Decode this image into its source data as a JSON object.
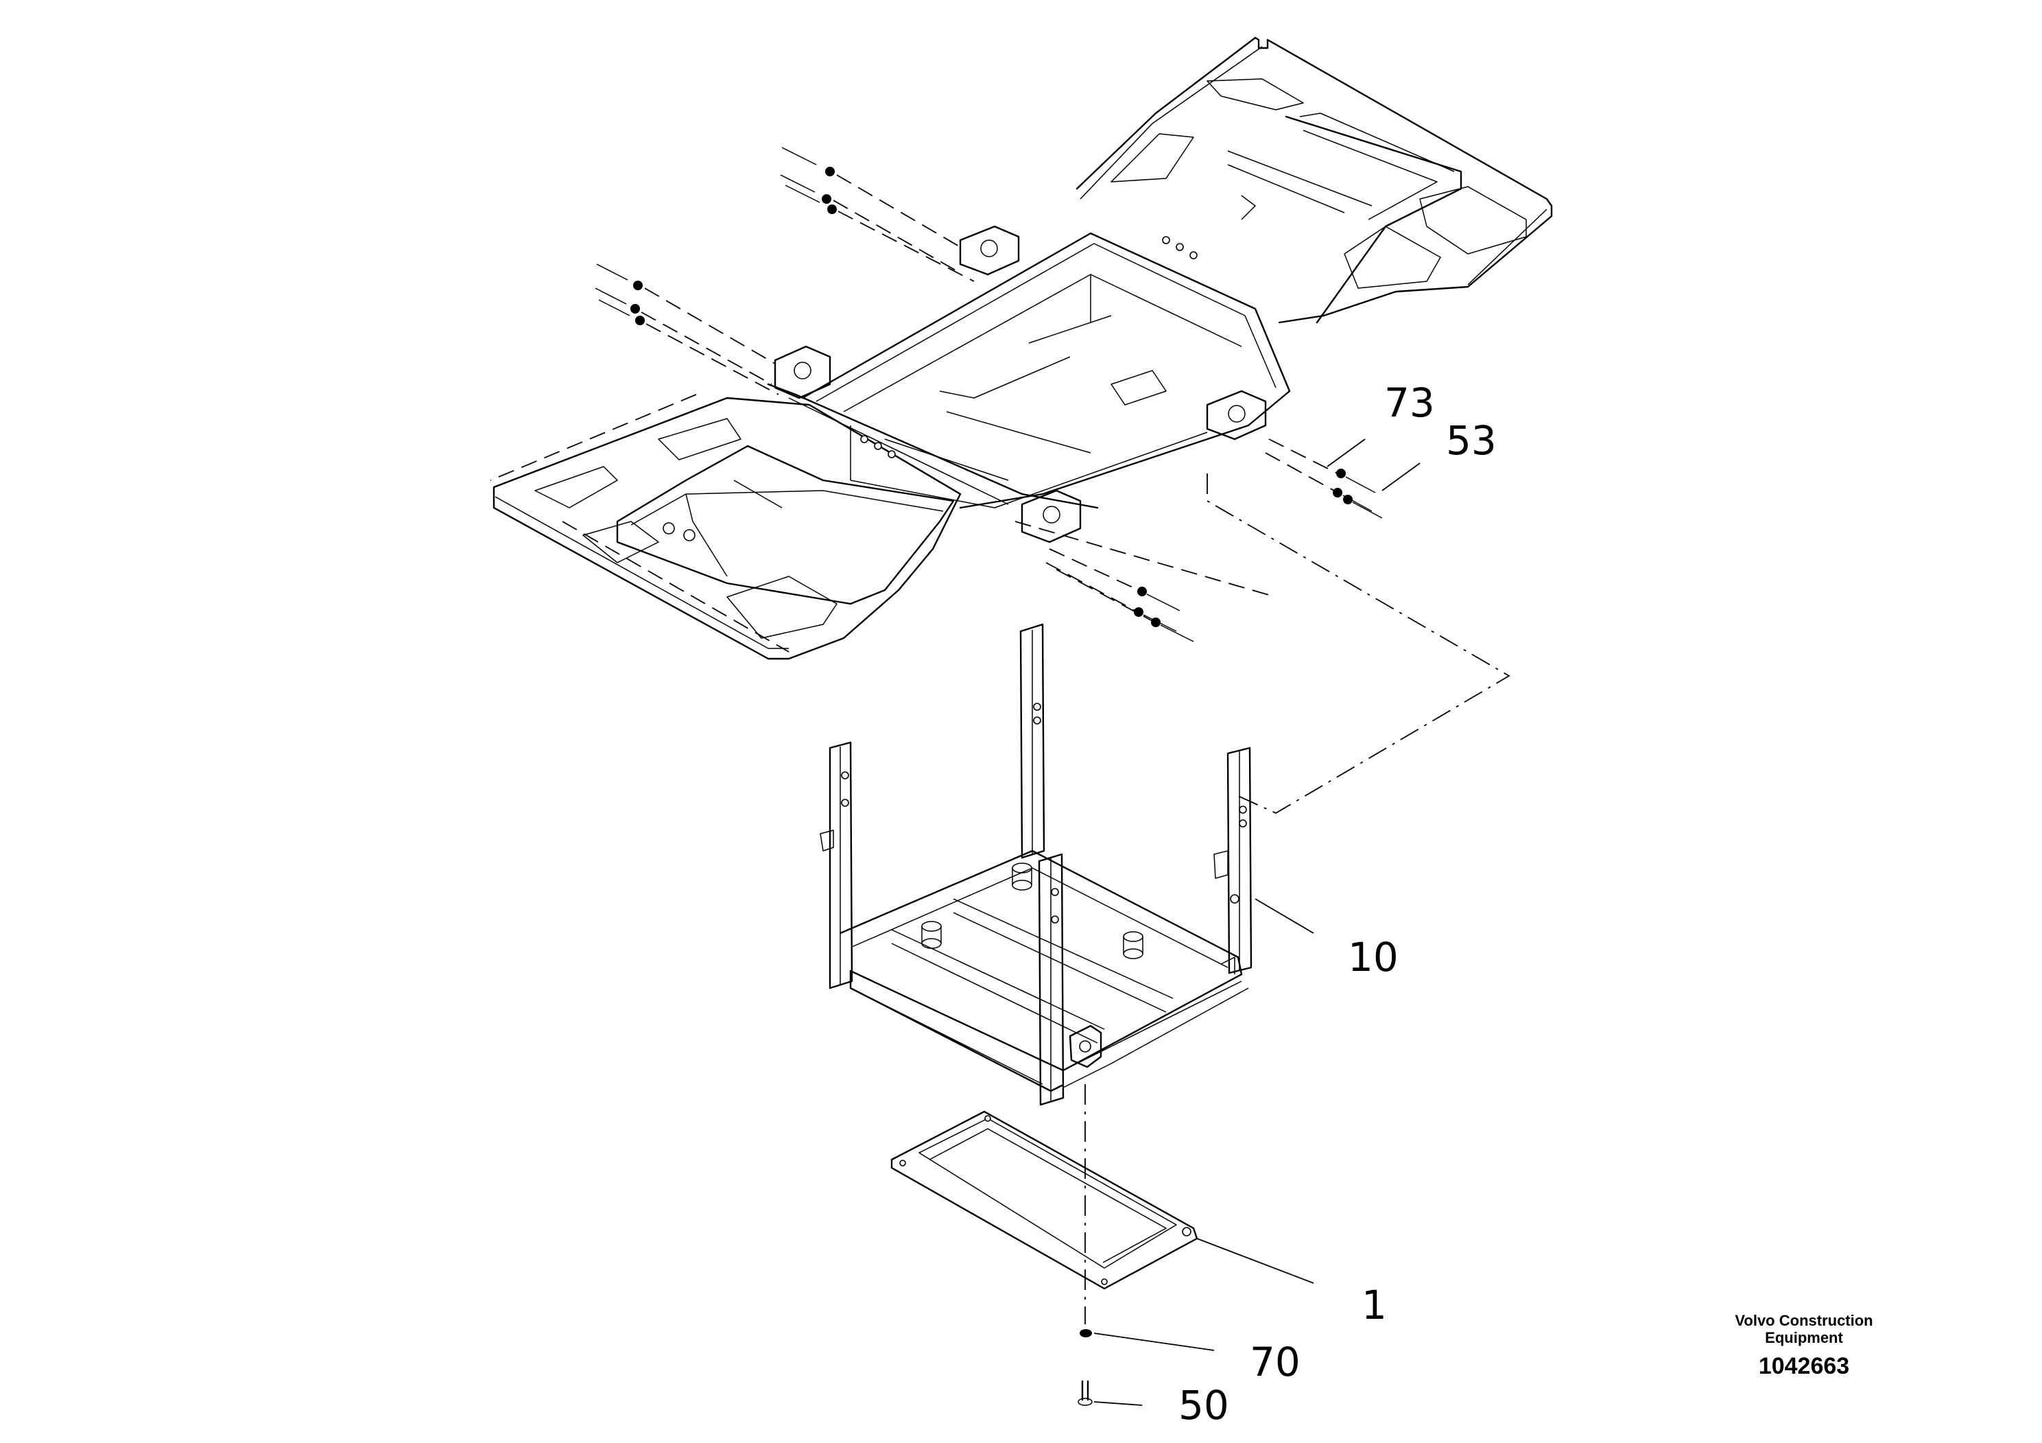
{
  "callouts": [
    {
      "id": "73",
      "label": "73"
    },
    {
      "id": "53",
      "label": "53"
    },
    {
      "id": "10",
      "label": "10"
    },
    {
      "id": "1",
      "label": "1"
    },
    {
      "id": "70",
      "label": "70"
    },
    {
      "id": "50",
      "label": "50"
    }
  ],
  "brand": {
    "line1": "Volvo Construction",
    "line2": "Equipment"
  },
  "document_number": "1042663"
}
